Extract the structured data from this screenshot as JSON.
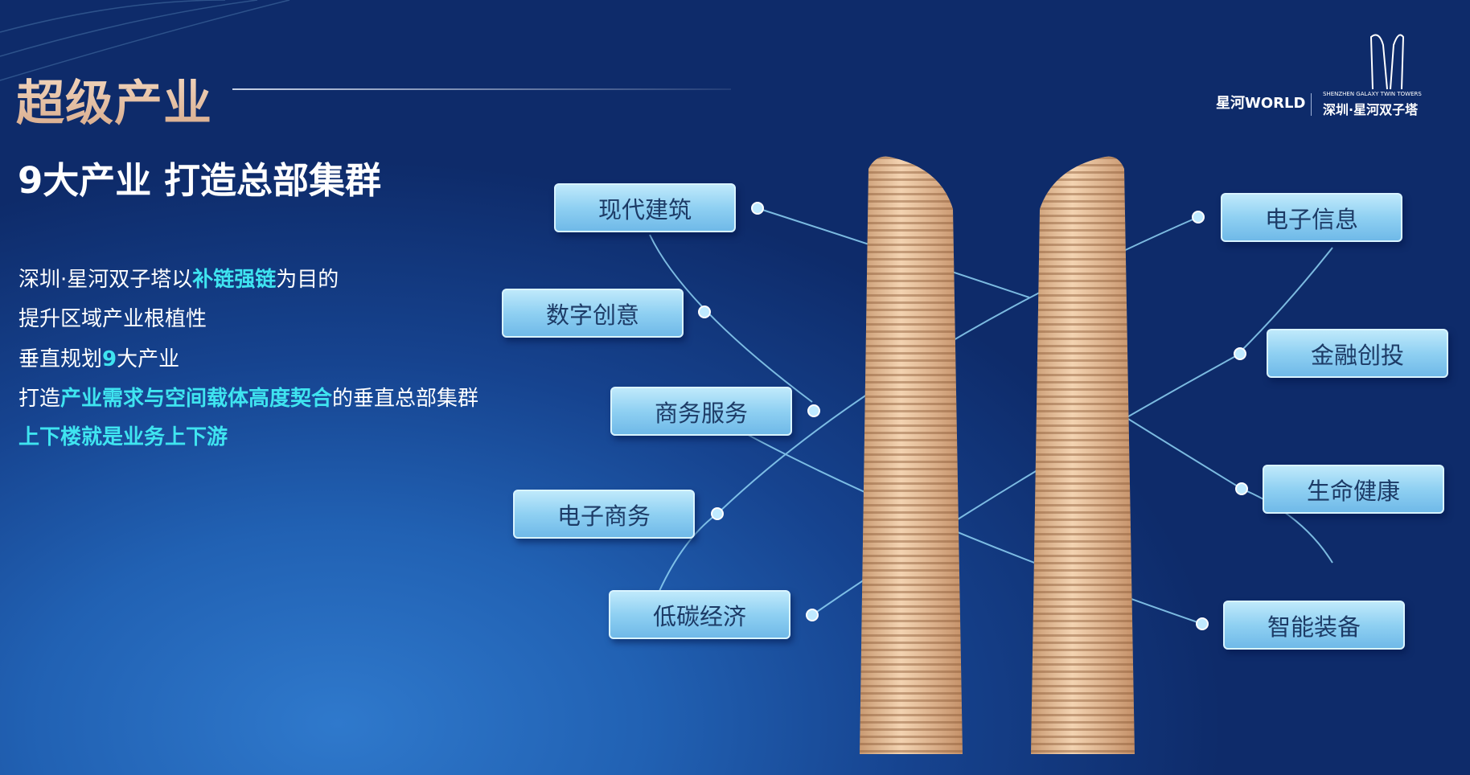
{
  "header": {
    "title": "超级产业",
    "subtitle": "9大产业 打造总部集群"
  },
  "logo": {
    "brand": "星河WORLD",
    "tagline": "SHENZHEN GALAXY TWIN TOWERS",
    "name": "深圳·星河双子塔"
  },
  "paragraph": [
    {
      "a": "深圳·星河双子塔以",
      "b": "补链强链",
      "c": "为目的"
    },
    {
      "a": "提升区域产业根植性",
      "b": "",
      "c": ""
    },
    {
      "a": "垂直规划",
      "b": "9",
      "c": "大产业"
    },
    {
      "a": "打造",
      "b": "产业需求与空间载体高度契合",
      "c": "的垂直总部集群"
    },
    {
      "a": "",
      "b": "上下楼就是业务上下游",
      "c": ""
    }
  ],
  "industries": [
    "现代建筑",
    "数字创意",
    "商务服务",
    "电子商务",
    "低碳经济",
    "电子信息",
    "金融创投",
    "生命健康",
    "智能装备"
  ],
  "colors": {
    "highlight": "#3fe4f0",
    "title_gold": "#e9c4a6",
    "label_bg": "#9fd8f4",
    "tower": "#e2b78f"
  }
}
